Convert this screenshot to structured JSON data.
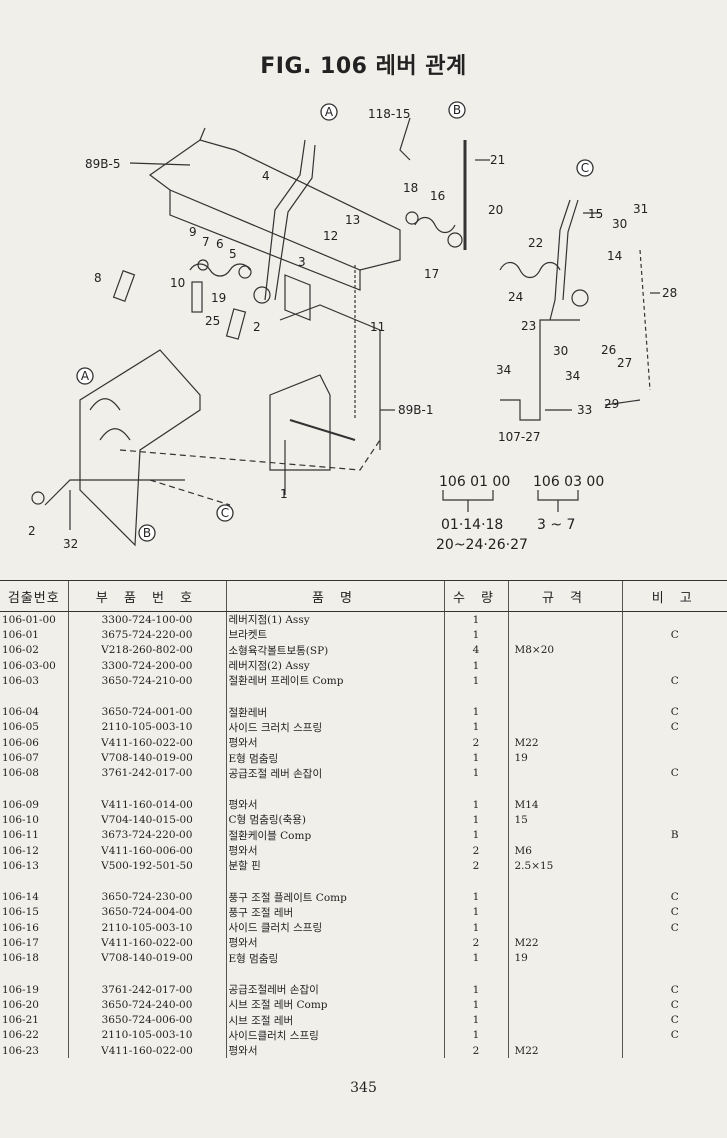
{
  "title": "FIG. 106 레버 관계",
  "diagram_labels": {
    "a1": "89B-5",
    "a2": "118-15",
    "a3": "4",
    "a4": "21",
    "a5": "18",
    "a6": "16",
    "a7": "20",
    "a8": "15",
    "a9": "30",
    "a10": "31",
    "a11": "13",
    "a12": "12",
    "a13": "9",
    "a14": "7",
    "a15": "6",
    "a16": "5",
    "a17": "3",
    "a18": "22",
    "a19": "14",
    "a20": "17",
    "a21": "28",
    "a22": "8",
    "a23": "10",
    "a24": "19",
    "a25": "25",
    "a26": "11",
    "a27": "2",
    "a28": "24",
    "a29": "23",
    "a30": "30",
    "a31": "26",
    "a32": "34",
    "a33": "27",
    "a34": "34",
    "a35": "89B-1",
    "a36": "33",
    "a37": "29",
    "a38": "107-27",
    "a39": "1",
    "a40": "2",
    "a41": "32",
    "circA": "A",
    "circB": "B",
    "circC": "C"
  },
  "legend": {
    "code1": "106 01 00",
    "range1a": "01·14·18",
    "range1b": "20~24·26·27",
    "code2": "106 03 00",
    "range2": "3 ~ 7"
  },
  "table": {
    "headers": [
      "검출번호",
      "부 품 번 호",
      "품 명",
      "수 량",
      "규 격",
      "비 고"
    ],
    "rows": [
      [
        "106-01-00",
        "3300-724-100-00",
        "레버지점(1) Assy",
        "1",
        "",
        ""
      ],
      [
        "106-01",
        "3675-724-220-00",
        "브라켓트",
        "1",
        "",
        "C"
      ],
      [
        "106-02",
        "V218-260-802-00",
        "소형육각볼트보통(SP)",
        "4",
        "M8×20",
        ""
      ],
      [
        "106-03-00",
        "3300-724-200-00",
        "레버지점(2) Assy",
        "1",
        "",
        ""
      ],
      [
        "106-03",
        "3650-724-210-00",
        "절환레버 프레이트 Comp",
        "1",
        "",
        "C"
      ],
      [
        "",
        "",
        "",
        "",
        "",
        ""
      ],
      [
        "106-04",
        "3650-724-001-00",
        "절환레버",
        "1",
        "",
        "C"
      ],
      [
        "106-05",
        "2110-105-003-10",
        "사이드 크러치 스프링",
        "1",
        "",
        "C"
      ],
      [
        "106-06",
        "V411-160-022-00",
        "평와서",
        "2",
        "M22",
        ""
      ],
      [
        "106-07",
        "V708-140-019-00",
        "E형 멈춤링",
        "1",
        "19",
        ""
      ],
      [
        "106-08",
        "3761-242-017-00",
        "공급조절 레버 손잡이",
        "1",
        "",
        "C"
      ],
      [
        "",
        "",
        "",
        "",
        "",
        ""
      ],
      [
        "106-09",
        "V411-160-014-00",
        "평와서",
        "1",
        "M14",
        ""
      ],
      [
        "106-10",
        "V704-140-015-00",
        "C형 멈춤링(축용)",
        "1",
        "15",
        ""
      ],
      [
        "106-11",
        "3673-724-220-00",
        "절환케이블 Comp",
        "1",
        "",
        "B"
      ],
      [
        "106-12",
        "V411-160-006-00",
        "평와서",
        "2",
        "M6",
        ""
      ],
      [
        "106-13",
        "V500-192-501-50",
        "분할 핀",
        "2",
        "2.5×15",
        ""
      ],
      [
        "",
        "",
        "",
        "",
        "",
        ""
      ],
      [
        "106-14",
        "3650-724-230-00",
        "풍구 조절 플레이트 Comp",
        "1",
        "",
        "C"
      ],
      [
        "106-15",
        "3650-724-004-00",
        "풍구 조절 레버",
        "1",
        "",
        "C"
      ],
      [
        "106-16",
        "2110-105-003-10",
        "사이드 클러치 스프링",
        "1",
        "",
        "C"
      ],
      [
        "106-17",
        "V411-160-022-00",
        "평와서",
        "2",
        "M22",
        ""
      ],
      [
        "106-18",
        "V708-140-019-00",
        "E형 멈춤링",
        "1",
        "19",
        ""
      ],
      [
        "",
        "",
        "",
        "",
        "",
        ""
      ],
      [
        "106-19",
        "3761-242-017-00",
        "공급조절레버 손잡이",
        "1",
        "",
        "C"
      ],
      [
        "106-20",
        "3650-724-240-00",
        "시브 조절 레버 Comp",
        "1",
        "",
        "C"
      ],
      [
        "106-21",
        "3650-724-006-00",
        "시브 조절 레버",
        "1",
        "",
        "C"
      ],
      [
        "106-22",
        "2110-105-003-10",
        "사이드클러치 스프링",
        "1",
        "",
        "C"
      ],
      [
        "106-23",
        "V411-160-022-00",
        "평와서",
        "2",
        "M22",
        ""
      ]
    ]
  },
  "page_number": "345"
}
